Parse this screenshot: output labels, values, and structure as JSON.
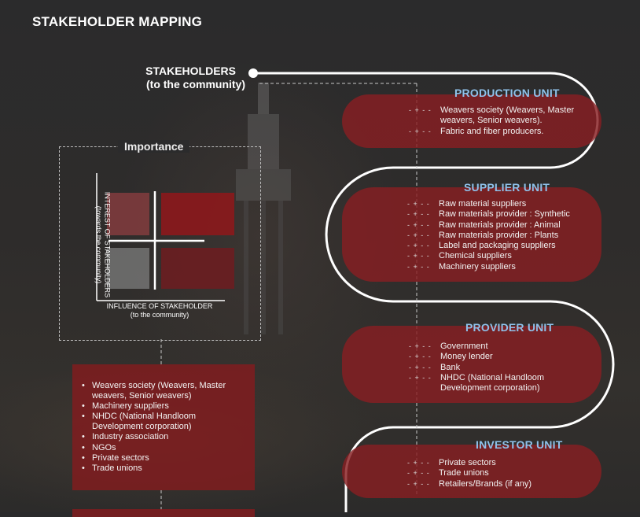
{
  "title": "STAKEHOLDER MAPPING",
  "stakeholders": {
    "title": "STAKEHOLDERS",
    "subtitle": "(to the community)"
  },
  "units": [
    {
      "name": "PRODUCTION UNIT",
      "items": [
        "Weavers society (Weavers, Master weavers, Senior weavers).",
        "Fabric and fiber producers."
      ]
    },
    {
      "name": "SUPPLIER UNIT",
      "items": [
        "Raw material suppliers",
        "Raw materials provider : Synthetic",
        "Raw materials provider : Animal",
        "Raw materials provider : Plants",
        "Label and packaging suppliers",
        "Chemical suppliers",
        "Machinery suppliers"
      ]
    },
    {
      "name": "PROVIDER UNIT",
      "items": [
        "Government",
        "Money lender",
        "Bank",
        "NHDC (National Handloom Development corporation)"
      ]
    },
    {
      "name": "INVESTOR UNIT",
      "items": [
        "Private sectors",
        "Trade unions",
        "Retailers/Brands (if any)"
      ]
    }
  ],
  "importance": {
    "label": "Importance",
    "y_axis": "INTEREST OF STAKEHOLDERS",
    "y_axis_sub": "(towards the community)",
    "x_axis": "INFLUENCE OF STAKEHOLDER",
    "x_axis_sub": "(to the community)"
  },
  "key_stakeholders": [
    "Weavers society (Weavers, Master weavers, Senior weavers)",
    "Machinery suppliers",
    "NHDC (National Handloom Development corporation)",
    "Industry association",
    "NGOs",
    "Private sectors",
    "Trade unions"
  ],
  "colors": {
    "accent_red": "#871e22",
    "unit_title_blue": "#8fc1ea",
    "background": "#2a2a2b"
  }
}
